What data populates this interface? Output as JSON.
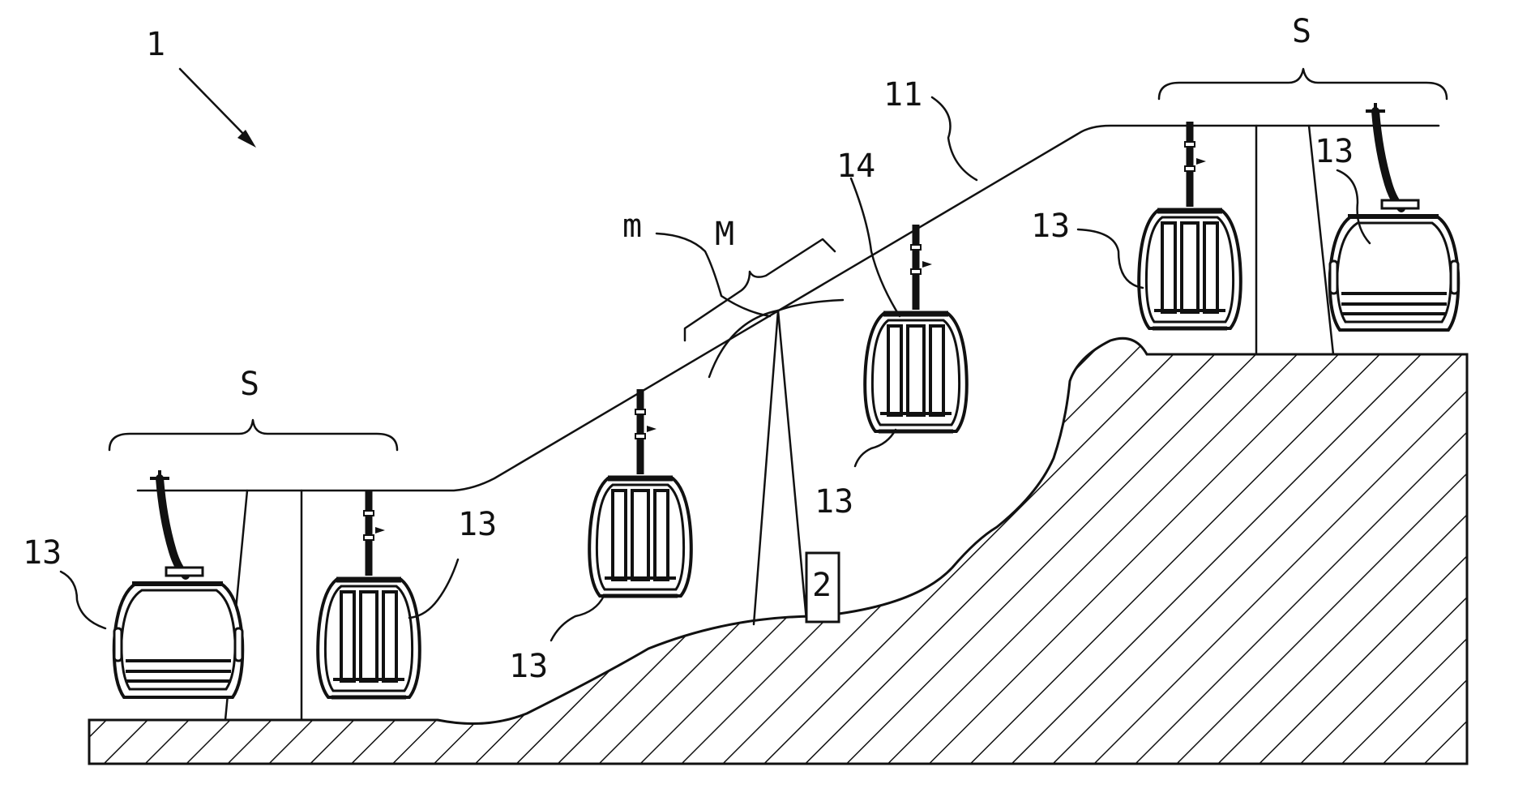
{
  "figure": {
    "labels": {
      "system": "1",
      "station_left": "S",
      "station_right": "S",
      "rope": "11",
      "grip": "14",
      "support_small": "m",
      "support_big": "M",
      "drive_box": "2",
      "cabin": "13"
    },
    "colors": {
      "ink": "#111111",
      "background": "#ffffff"
    }
  }
}
